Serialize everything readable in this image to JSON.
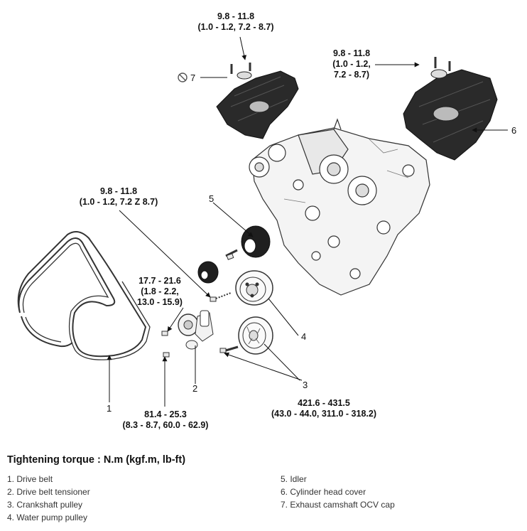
{
  "torque_labels": {
    "cover_left": [
      "9.8 - 11.8",
      "(1.0 - 1.2, 7.2 - 8.7)"
    ],
    "cover_right": [
      "9.8 - 11.8",
      "(1.0 - 1.2,",
      "7.2 - 8.7)"
    ],
    "idler_bolt": [
      "9.8 - 11.8",
      "(1.0 - 1.2, 7.2 Z 8.7)"
    ],
    "water_pump_bolt": [
      "17.7 - 21.6",
      "(1.8 - 2.2,",
      "13.0 - 15.9)"
    ],
    "crankshaft_bolt": [
      "421.6 - 431.5",
      "(43.0 - 44.0, 311.0 - 318.2)"
    ],
    "tensioner_bolt": [
      "81.4 - 25.3",
      "(8.3 - 8.7, 60.0 - 62.9)"
    ]
  },
  "callouts": {
    "c1": "1",
    "c2": "2",
    "c3": "3",
    "c4": "4",
    "c5": "5",
    "c6": "6",
    "c7": "7"
  },
  "legend": {
    "title": "Tightening torque : N.m (kgf.m, lb-ft)",
    "items": [
      "1. Drive belt",
      "2. Drive belt tensioner",
      "3. Crankshaft pulley",
      "4. Water pump pulley",
      "5. Idler",
      "6. Cylinder head cover",
      "7. Exhaust camshaft OCV cap"
    ]
  },
  "icons": {
    "do_not_reuse": "no-reuse-icon"
  }
}
